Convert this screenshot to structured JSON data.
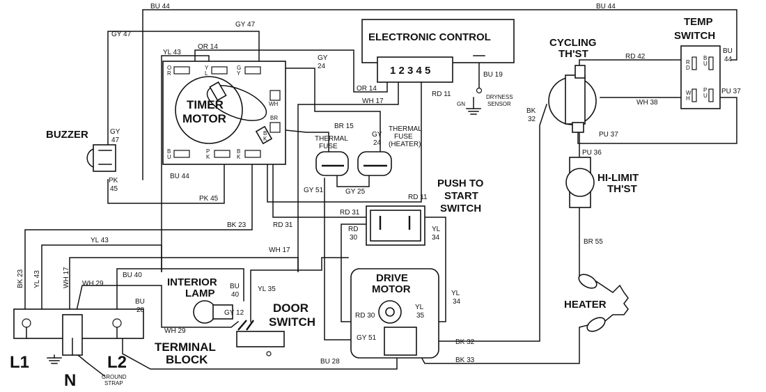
{
  "components": {
    "electronic_control": "ELECTRONIC CONTROL",
    "control_pins": "1 2 3 4 5",
    "cycling_thermostat": [
      "CYCLING",
      "TH'ST"
    ],
    "temp_switch": [
      "TEMP",
      "SWITCH"
    ],
    "timer_motor": [
      "TIMER",
      "MOTOR"
    ],
    "buzzer": "BUZZER",
    "thermal_fuse": [
      "THERMAL",
      "FUSE"
    ],
    "thermal_fuse_heater": [
      "THERMAL",
      "FUSE",
      "(HEATER)"
    ],
    "push_to_start": [
      "PUSH TO",
      "START",
      "SWITCH"
    ],
    "hi_limit": [
      "HI-LIMIT",
      "TH'ST"
    ],
    "drive_motor": [
      "DRIVE",
      "MOTOR"
    ],
    "heater": "HEATER",
    "interior_lamp": [
      "INTERIOR",
      "LAMP"
    ],
    "door_switch": [
      "DOOR",
      "SWITCH"
    ],
    "terminal_block": [
      "TERMINAL",
      "BLOCK"
    ],
    "dryness_sensor": [
      "DRYNESS",
      "SENSOR"
    ],
    "ground_strap": [
      "GROUND",
      "STRAP"
    ],
    "gn": "GN",
    "l1": "L1",
    "l2": "L2",
    "n": "N"
  },
  "timer_terminals": {
    "or": [
      "O",
      "R"
    ],
    "yl": [
      "Y",
      "L"
    ],
    "gy": [
      "G",
      "Y"
    ],
    "wh": "WH",
    "br": "BR",
    "bk_top": [
      "B",
      "K"
    ],
    "bu": [
      "B",
      "U"
    ],
    "pk": [
      "P",
      "K"
    ],
    "bk_bottom": [
      "B",
      "K"
    ]
  },
  "switch_terminals": {
    "rd": [
      "R",
      "D"
    ],
    "bu": [
      "B",
      "U"
    ],
    "wh": [
      "W",
      "H"
    ],
    "pu": [
      "P",
      "U"
    ]
  },
  "wires": {
    "bu44": "BU 44",
    "gy47": "GY 47",
    "yl43": "YL 43",
    "or14": "OR 14",
    "gy24": "GY 24",
    "wh17": "WH 17",
    "rd11": "RD 11",
    "bu19": "BU 19",
    "bk32": "BK 32",
    "rd42": "RD 42",
    "wh38": "WH 38",
    "pu37": "PU 37",
    "pu36": "PU 36",
    "br15": "BR 15",
    "gy51": "GY 51",
    "gy25": "GY 25",
    "pk45": "PK 45",
    "bk23": "BK 23",
    "rd31": "RD 31",
    "rd30": "RD 30",
    "yl34": "YL 34",
    "br55": "BR 55",
    "bu40": "BU 40",
    "wh29": "WH 29",
    "bu28": "BU 28",
    "yl35": "YL 35",
    "gy12": "GY 12",
    "bk33": "BK 33"
  }
}
